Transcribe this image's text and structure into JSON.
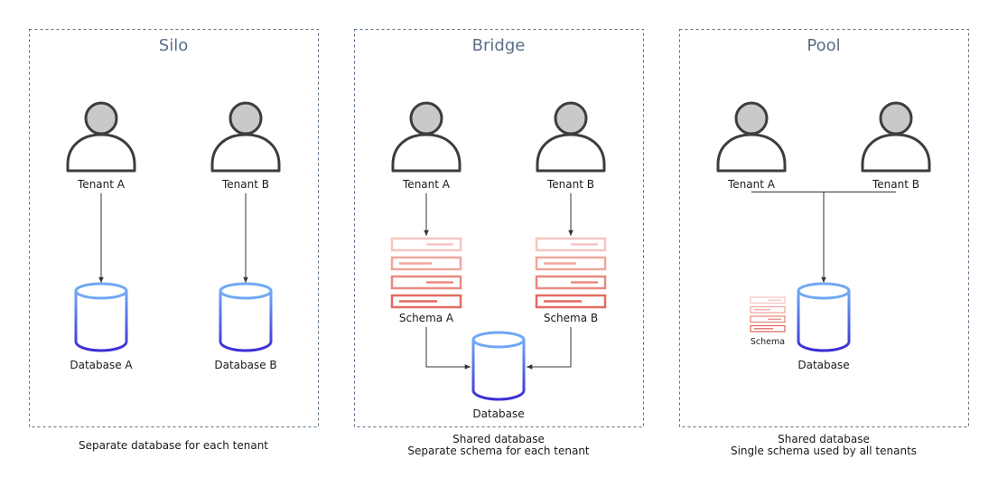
{
  "panels": {
    "silo": {
      "title": "Silo",
      "tenant_a": "Tenant A",
      "tenant_b": "Tenant B",
      "database_a": "Database A",
      "database_b": "Database B",
      "caption": [
        "Separate database for each tenant"
      ]
    },
    "bridge": {
      "title": "Bridge",
      "tenant_a": "Tenant A",
      "tenant_b": "Tenant B",
      "schema_a": "Schema A",
      "schema_b": "Schema B",
      "database": "Database",
      "caption": [
        "Shared database",
        "Separate schema for each tenant"
      ]
    },
    "pool": {
      "title": "Pool",
      "tenant_a": "Tenant A",
      "tenant_b": "Tenant B",
      "schema": "Schema",
      "database": "Database",
      "caption": [
        "Shared database",
        "Single schema used by all tenants"
      ]
    }
  },
  "colors": {
    "panel_border": "#5a6f87",
    "title": "#5a6f87",
    "user_icon_stroke": "#3d3d3d",
    "user_icon_head_fill": "#c9c9c9",
    "database_top": "#6fa8f5",
    "database_bottom": "#3b2fd4",
    "schema_light": "#f6c5c0",
    "schema_dark": "#e36b61",
    "connector": "#333333"
  },
  "icons": [
    "user-icon",
    "database-icon",
    "schema-icon",
    "arrow-icon"
  ]
}
